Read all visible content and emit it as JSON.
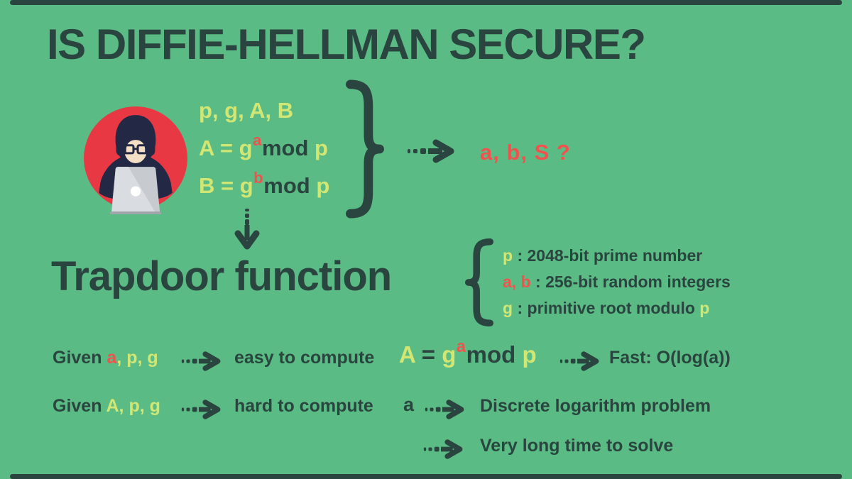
{
  "colors": {
    "background": "#5abc84",
    "dark": "#2a453f",
    "yellow_green": "#d2e674",
    "red": "#f2524d",
    "avatar_circle_red": "#e73843",
    "avatar_hood_navy": "#232944",
    "avatar_face": "#f2dfc4",
    "avatar_laptop_gray": "#c7cacf"
  },
  "title": "IS DIFFIE-HELLMAN SECURE?",
  "hacker": {
    "known_label": "p, g, A, B",
    "eq_a": {
      "lhs": "A = ",
      "base": "g",
      "sup": "a",
      "mid": "mod",
      "rhs": " p"
    },
    "eq_b": {
      "lhs": "B = ",
      "base": "g",
      "sup": "b",
      "mid": "mod",
      "rhs": " p"
    },
    "unknown_label": "a, b, S ?"
  },
  "trapdoor": {
    "heading": "Trapdoor function",
    "params": [
      {
        "key": "p",
        "sep": " : ",
        "desc": "2048-bit prime number"
      },
      {
        "key": "a, b",
        "sep": " : ",
        "desc": "256-bit random integers"
      },
      {
        "key": "g",
        "sep": " : ",
        "desc": "primitive root modulo ",
        "tail": "p"
      }
    ]
  },
  "rows": {
    "easy": {
      "given": "Given ",
      "var_unknown": "a",
      "vars_rest": ", p, g",
      "label": "easy to compute",
      "eq": {
        "lhs": "A ",
        "eqsign": "= ",
        "base": "g",
        "sup": "a",
        "mid": "mod",
        "rhs": " p"
      },
      "result": "Fast: O(log(a))"
    },
    "hard": {
      "given": "Given ",
      "vars": "A, p, g",
      "label": "hard to compute",
      "unknown": "a",
      "result": "Discrete logarithm problem"
    },
    "time": {
      "result": "Very long time to solve"
    }
  },
  "icons": {
    "avatar": "hacker-avatar",
    "dashed_arrow": "dashed-arrow-right",
    "dashed_down_arrow": "dashed-arrow-down",
    "brace_close": "curly-brace-close",
    "brace_open": "curly-brace-open"
  }
}
